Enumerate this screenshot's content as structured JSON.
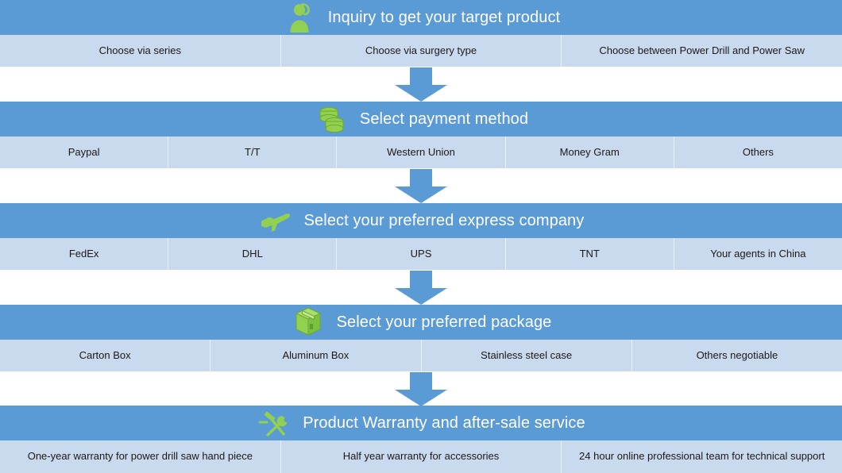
{
  "accent": {
    "band_blue": "#5B9BD5",
    "row_blue": "#C9D9EE",
    "icon_green": "#92D050",
    "arrow_blue": "#5B9BD5",
    "title_color": "#FFFFFF",
    "option_text_color": "#1A1A1A"
  },
  "steps": [
    {
      "icon": "customer-service-person-icon",
      "title": "Inquiry to get your target product",
      "options": [
        "Choose via series",
        "Choose via surgery type",
        "Choose  between Power Drill and Power Saw"
      ]
    },
    {
      "icon": "stacked-coins-icon",
      "title": "Select payment method",
      "options": [
        "Paypal",
        "T/T",
        "Western Union",
        "Money Gram",
        "Others"
      ]
    },
    {
      "icon": "airplane-icon",
      "title": "Select your preferred express company",
      "options": [
        "FedEx",
        "DHL",
        "UPS",
        "TNT",
        "Your agents in China"
      ]
    },
    {
      "icon": "package-box-icon",
      "title": "Select your preferred package",
      "options": [
        "Carton Box",
        "Aluminum Box",
        "Stainless steel case",
        "Others negotiable"
      ]
    },
    {
      "icon": "hammer-wrench-icon",
      "title": "Product Warranty and after-sale service",
      "options": [
        "One-year warranty for power drill saw hand piece",
        "Half year warranty for accessories",
        "24 hour online professional team for technical support"
      ]
    }
  ],
  "connectors": [
    {
      "name": "arrow-step1-to-step2"
    },
    {
      "name": "arrow-step2-to-step3"
    },
    {
      "name": "arrow-step3-to-step4"
    },
    {
      "name": "arrow-step4-to-step5"
    }
  ]
}
